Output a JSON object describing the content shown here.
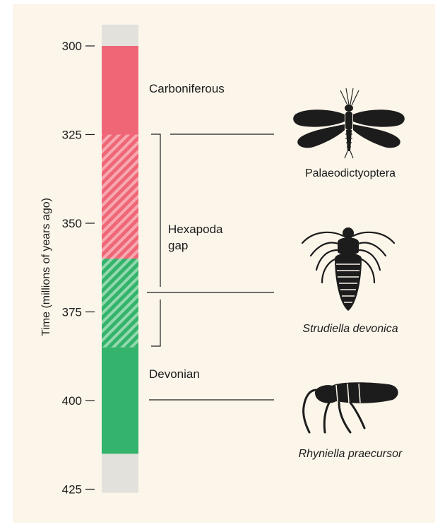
{
  "axis": {
    "label": "Time (millions of years ago)",
    "ticks": [
      "300",
      "325",
      "350",
      "375",
      "400",
      "425"
    ],
    "tick_values": [
      300,
      325,
      350,
      375,
      400,
      425
    ],
    "range": [
      294,
      426
    ]
  },
  "periods": [
    {
      "name": "Carboniferous",
      "start": 300,
      "end": 325,
      "color": "#ef6777",
      "pattern": "solid"
    },
    {
      "name": "",
      "start": 325,
      "end": 360,
      "color": "#ef6777",
      "pattern": "hatched"
    },
    {
      "name": "",
      "start": 360,
      "end": 385,
      "color": "#33b36b",
      "pattern": "hatched"
    },
    {
      "name": "Devonian",
      "start": 385,
      "end": 415,
      "color": "#33b36b",
      "pattern": "solid"
    }
  ],
  "period_labels": {
    "carboniferous": "Carboniferous",
    "devonian": "Devonian"
  },
  "gap": {
    "label_line1": "Hexapoda",
    "label_line2": "gap",
    "start": 325,
    "end": 385
  },
  "insects": [
    {
      "name": "Palaeodictyoptera",
      "time": 325,
      "italic": false,
      "icon": "winged-insect-icon"
    },
    {
      "name": "Strudiella devonica",
      "time": 370,
      "italic": true,
      "icon": "larva-insect-icon"
    },
    {
      "name": "Rhyniella praecursor",
      "time": 400,
      "italic": true,
      "icon": "springtail-icon"
    }
  ],
  "colors": {
    "carboniferous": "#ef6777",
    "devonian": "#33b36b",
    "bar_background": "#e3e1dc",
    "ink": "#1c1c1c",
    "panel": "#fbf5ea"
  }
}
